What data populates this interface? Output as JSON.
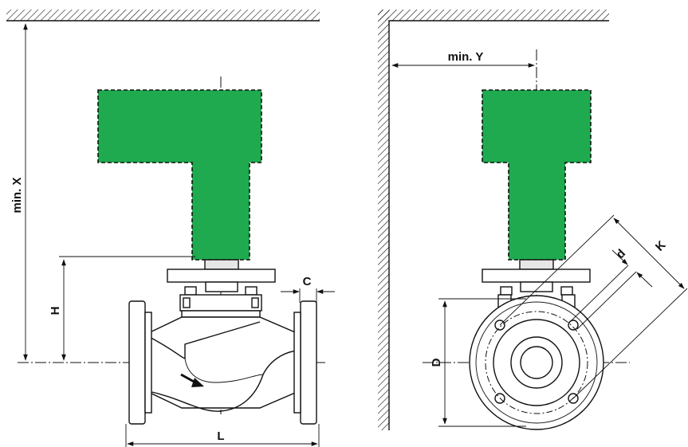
{
  "colors": {
    "actuator": "#1faa4f",
    "outline": "#111111",
    "hatch": "#111111"
  },
  "front_view": {
    "dim_min_x": "min. X",
    "dim_h": "H",
    "dim_c": "C",
    "dim_l": "L"
  },
  "side_view": {
    "dim_min_y": "min. Y",
    "dim_d": "D",
    "dim_k": "K",
    "dim_d_small": "d"
  }
}
